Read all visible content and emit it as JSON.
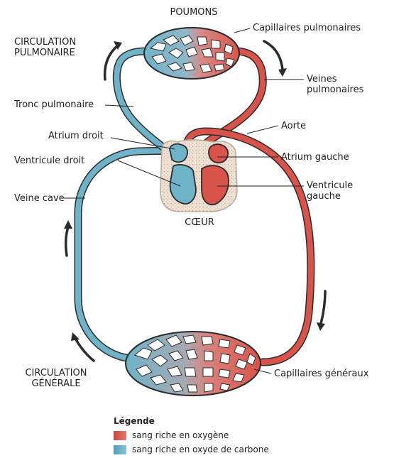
{
  "labels": {
    "poumons": "POUMONS",
    "circulation_pulmonaire": [
      "CIRCULATION",
      "PULMONAIRE"
    ],
    "capillaires_pulmonaires": "Capillaires pulmonaires",
    "veines_pulmonaires": [
      "Veines",
      "pulmonaires"
    ],
    "tronc_pulmonaire": "Tronc pulmonaire",
    "aorte": "Aorte",
    "atrium_droit": "Atrium droit",
    "atrium_gauche": "Atrium gauche",
    "ventricule_droit": "Ventricule droit",
    "ventricule_gauche": [
      "Ventricule",
      "gauche"
    ],
    "veine_cave": "Veine cave",
    "coeur": "CŒUR",
    "circulation_generale": [
      "CIRCULATION",
      "GÉNÉRALE"
    ],
    "capillaires_generaux": "Capillaires généraux"
  },
  "legend": {
    "title": "Légende",
    "items": [
      {
        "label": "sang riche en oxygène",
        "color": "#d9534a"
      },
      {
        "label": "sang riche en oxyde de carbone",
        "color": "#6fb3c9"
      }
    ]
  },
  "colors": {
    "oxygen_blood": "#d9534a",
    "co2_blood": "#6fb3c9",
    "outline": "#2b2b2b",
    "heart_tissue": "#ead9c8"
  }
}
